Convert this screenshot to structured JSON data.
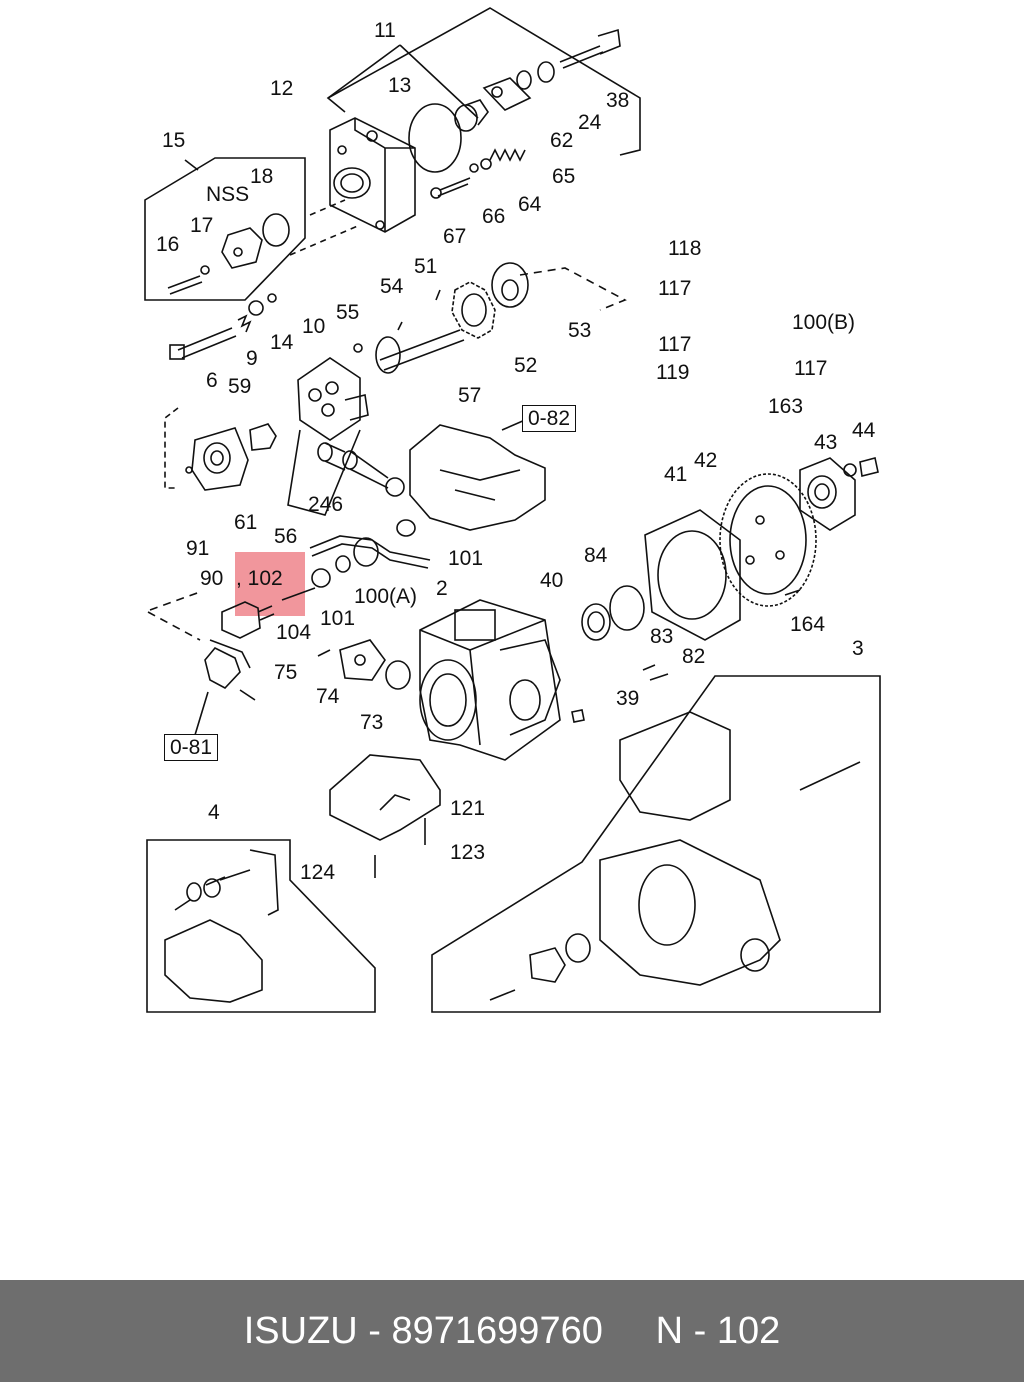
{
  "diagram": {
    "labels": {
      "l11": "11",
      "l12": "12",
      "l13": "13",
      "l15": "15",
      "lNSS": "NSS",
      "l18": "18",
      "l17": "17",
      "l16": "16",
      "l38": "38",
      "l24": "24",
      "l62": "62",
      "l65": "65",
      "l64": "64",
      "l66": "66",
      "l67": "67",
      "l14": "14",
      "l10": "10",
      "l9": "9",
      "l6": "6",
      "l55": "55",
      "l54": "54",
      "l51": "51",
      "l53": "53",
      "l52": "52",
      "l57": "57",
      "l118": "118",
      "l117a": "117",
      "l100b": "100(B)",
      "l117b": "117",
      "l119": "119",
      "l117c": "117",
      "l59": "59",
      "l61": "61",
      "l91": "91",
      "l56": "56",
      "l246": "246",
      "l082": "0-82",
      "l101a": "101",
      "l101b": "101",
      "l100a": "100(A)",
      "l90": "90",
      "l102": ", 102",
      "l104": "104",
      "l081": "0-81",
      "l163": "163",
      "l43": "43",
      "l44": "44",
      "l41": "41",
      "l42": "42",
      "l84": "84",
      "l40": "40",
      "l83": "83",
      "l82": "82",
      "l164": "164",
      "l2": "2",
      "l75": "75",
      "l74": "74",
      "l73": "73",
      "l39": "39",
      "l3": "3",
      "l121": "121",
      "l123": "123",
      "l124": "124",
      "l4": "4"
    }
  },
  "footer": {
    "brand": "ISUZU",
    "part_number": "8971699760",
    "ref": "N - 102",
    "text": "ISUZU - 8971699760     N - 102"
  },
  "colors": {
    "highlight": "#ec6e76",
    "footer_bg": "#6e6e6e",
    "line": "#111111"
  }
}
